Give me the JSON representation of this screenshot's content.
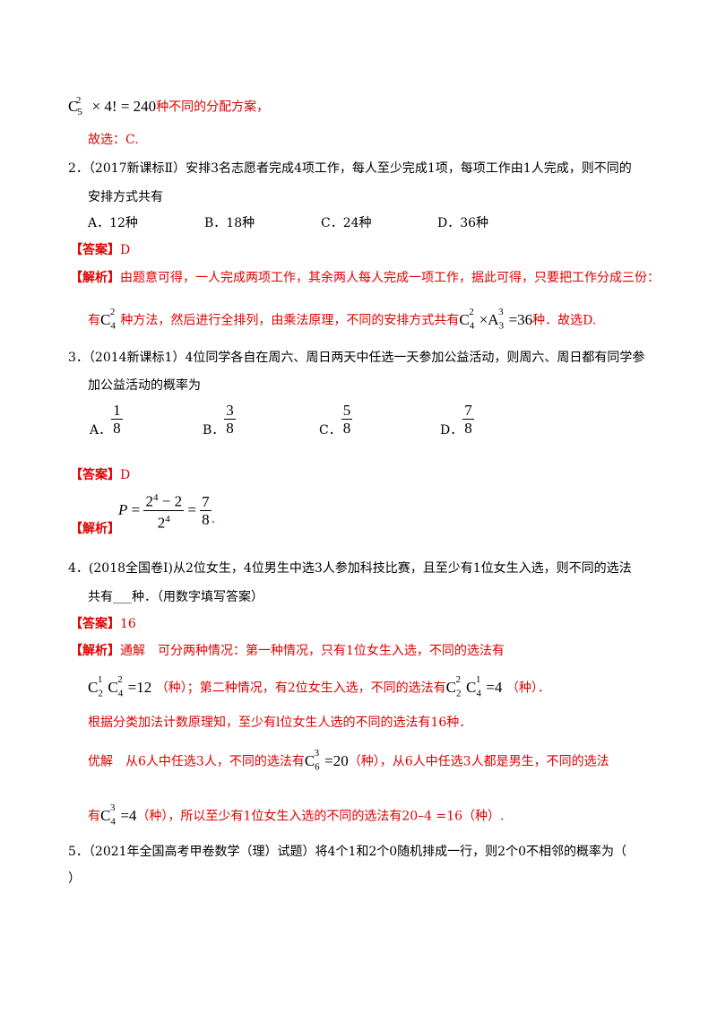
{
  "prev": {
    "formula": "C₅² × 4! = 240",
    "tail": "种不同的分配方案，",
    "choice": "故选：C."
  },
  "q2": {
    "num": "2．",
    "line1": "（2017新课标Ⅱ）安排3名志愿者完成4项工作，每人至少完成1项，每项工作由1人完成，则不同的",
    "line2": "安排方式共有",
    "options": [
      "A．12种",
      "B．18种",
      "C．24种",
      "D．36种"
    ],
    "answer_tag": "【答案】",
    "answer": "D",
    "analysis_tag": "【解析】",
    "analysis1": "由题意可得，一人完成两项工作，其余两人每人完成一项工作，据此可得，只要把工作分成三份：",
    "analysis2a": "有",
    "analysis2b": "种方法，然后进行全排列，由乘法原理，不同的安排方式共有",
    "analysis2c": "种．故选D."
  },
  "q3": {
    "num": "3．",
    "line1": "（2014新课标1）4位同学各自在周六、周日两天中任选一天参加公益活动，则周六、周日都有同学参",
    "line2": "加公益活动的概率为",
    "options": [
      {
        "letter": "A．",
        "num": "1",
        "den": "8"
      },
      {
        "letter": "B．",
        "num": "3",
        "den": "8"
      },
      {
        "letter": "C．",
        "num": "5",
        "den": "8"
      },
      {
        "letter": "D．",
        "num": "7",
        "den": "8"
      }
    ],
    "answer_tag": "【答案】",
    "answer": "D",
    "analysis_tag": "【解析】",
    "period": "."
  },
  "q4": {
    "num": "4．",
    "line1": "(2018全国卷Ⅰ)从2位女生，4位男生中选3人参加科技比赛，且至少有1位女生入选，则不同的选法",
    "line2": "共有___种．（用数字填写答案）",
    "answer_tag": "【答案】",
    "answer": "16",
    "analysis_tag": "【解析】",
    "analysis1": "通解　可分两种情况：第一种情况，只有1位女生入选，不同的选法有",
    "analysis2a": "（种）；第二种情况，有2位女生入选，不同的选法有",
    "analysis2b": "（种）．",
    "analysis3": "根据分类加法计数原理知，至少有l位女生人选的不同的选法有16种．",
    "analysis4a": "优解　从6人中任选3人，不同的选法有",
    "analysis4b": "（种），从6人中任选3人都是男生，不同的选法",
    "analysis5a": "有",
    "analysis5b": "（种），所以至少有1位女生入选的不同的选法有20–4 =16（种）."
  },
  "q5": {
    "num": "5．",
    "line1": "（2021年全国高考甲卷数学（理）试题）将4个1和2个0随机排成一行，则2个0不相邻的概率为（",
    "line2": "）"
  }
}
